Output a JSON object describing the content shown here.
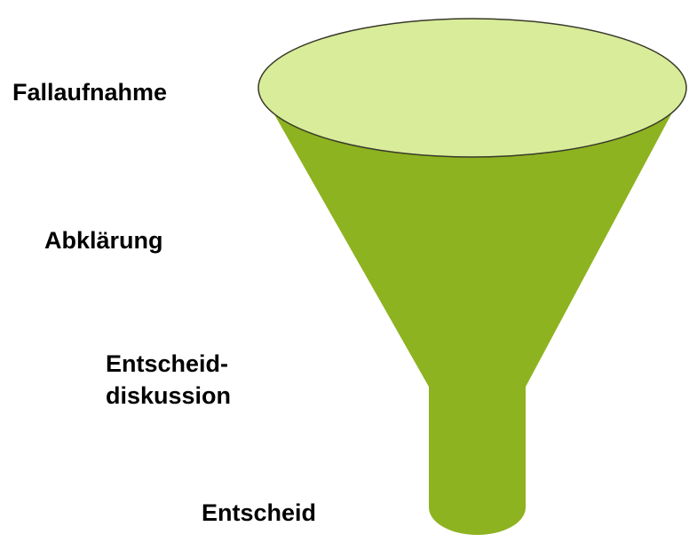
{
  "stages": [
    {
      "label": "Fallaufnahme"
    },
    {
      "label": "Abklärung"
    },
    {
      "label": "Entscheid-\ndiskussion"
    },
    {
      "label": "Entscheid"
    }
  ],
  "colors": {
    "funnel_body": "#8DB320",
    "funnel_top": "#D8EC9A",
    "funnel_outline": "#3A3A2A",
    "text": "#000000"
  }
}
